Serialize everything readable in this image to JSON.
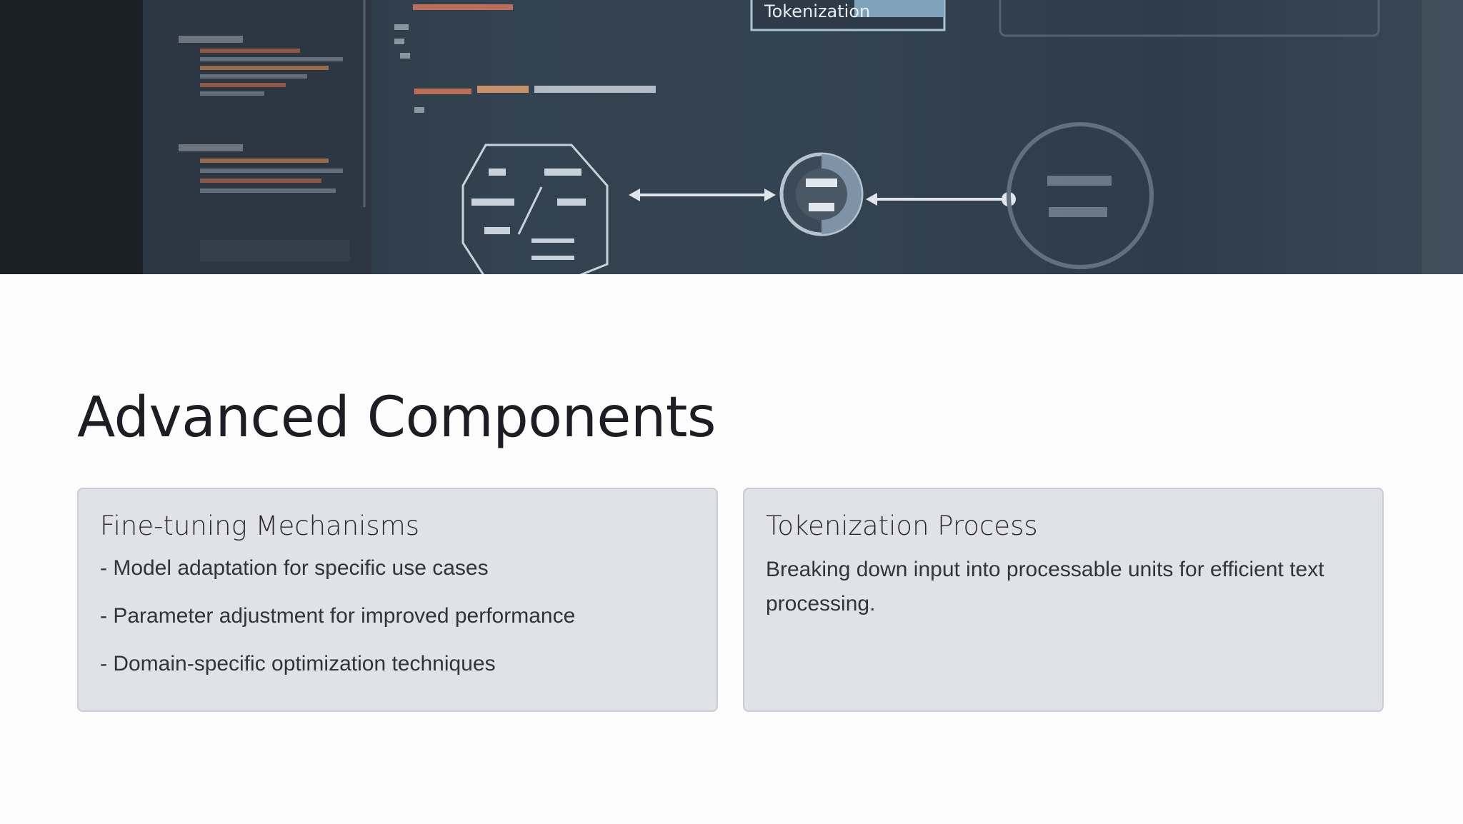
{
  "hero": {
    "icon": "technical-diagram-image",
    "labels": {
      "tokenization_tab": "Tokenization"
    }
  },
  "title": "Advanced Components",
  "cards": [
    {
      "title": "Fine-tuning Mechanisms",
      "items": [
        "- Model adaptation for specific use cases",
        "- Parameter adjustment for improved performance",
        "- Domain-specific optimization techniques"
      ]
    },
    {
      "title": "Tokenization Process",
      "body": "Breaking down input into processable units for efficient text processing."
    }
  ],
  "colors": {
    "card_background": "#e1e1e8",
    "card_border": "#cbcbd3",
    "title_text": "#1d1d23",
    "hero_background": "#33414f"
  }
}
